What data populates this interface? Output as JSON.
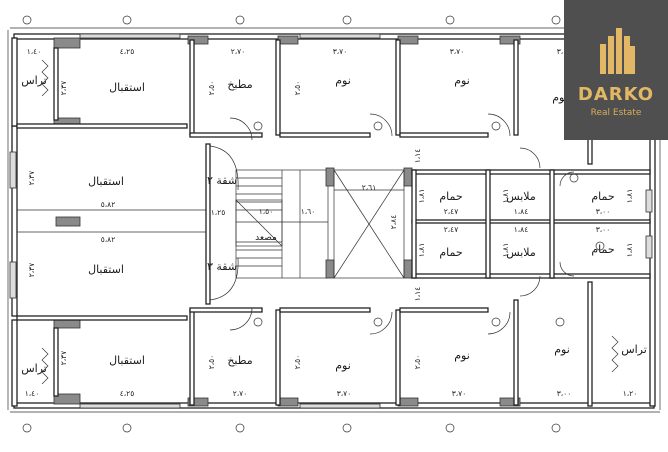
{
  "rooms": {
    "terrace": "تراس",
    "reception": "استقبال",
    "kitchen": "مطبخ",
    "bedroom": "نوم",
    "bathroom": "حمام",
    "dressing": "ملابس",
    "apartment_2": "شقة ٢",
    "apartment_3": "شقة ٣",
    "elevator": "مصعد"
  },
  "dimensions": {
    "d_140": "١،٤٠",
    "d_425": "٤،٢٥",
    "d_270": "٢،٧٠",
    "d_370": "٣،٧٠",
    "d_300": "٣،٠٠",
    "d_237": "٢،٣٧",
    "d_250": "٢،٥٠",
    "d_582": "٥،٨٢",
    "d_125": "١،٢٥",
    "d_261": "٢،٦١",
    "d_247": "٢،٤٧",
    "d_184": "١،٨٤",
    "d_181": "١،٨١",
    "d_114": "١،١٤",
    "d_120": "١،٢٠",
    "d_150": "١،٥٠",
    "d_160": "١،٦٠",
    "d_284": "٢،٨٤"
  },
  "logo": {
    "name": "DARKO",
    "tagline": "Real Estate"
  },
  "colors": {
    "logo_background": "#4f4f4f",
    "logo_gold": "#e2b866",
    "column_fill": "#8a8a8a"
  }
}
